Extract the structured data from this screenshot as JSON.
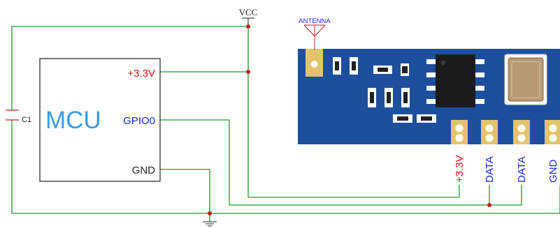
{
  "supply": {
    "label": "VCC"
  },
  "capacitor": {
    "label": "C1"
  },
  "mcu": {
    "name": "MCU",
    "pins": {
      "vcc": "+3.3V",
      "gpio": "GPIO0",
      "gnd": "GND"
    }
  },
  "module": {
    "antenna_label": "ANTENNA",
    "pins": [
      "+3.3V",
      "DATA",
      "DATA",
      "GND"
    ]
  },
  "colors": {
    "wire": "#1f9a2a",
    "junction": "#c02020",
    "pcb": "#1d4f9c",
    "pad": "#e3c46c",
    "power_label": "#e01010",
    "signal_label": "#1a2ad0",
    "mcu_label": "#3a9ae8"
  }
}
